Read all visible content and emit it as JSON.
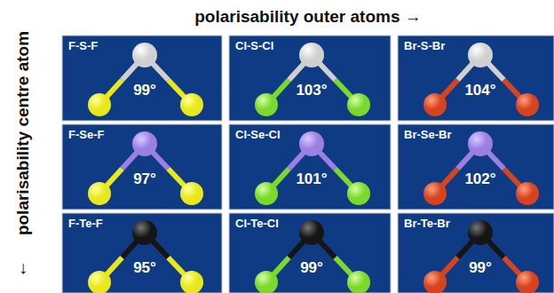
{
  "diagram": {
    "nodes": [
      {
        "text": [
          "F-S-F",
          "99°"
        ]
      },
      {
        "text": [
          "Cl-S-Cl",
          "103°"
        ]
      },
      {
        "text": [
          "Br-S-Br",
          "104°"
        ]
      },
      {
        "text": [
          "F-Se-F",
          "97°"
        ]
      },
      {
        "text": [
          "Cl-Se-Cl",
          "101°"
        ]
      },
      {
        "text": [
          "Br-Se-Br",
          "102°"
        ]
      },
      {
        "text": [
          "F-Te-F",
          "95°"
        ]
      },
      {
        "text": [
          "Cl-Te-Cl",
          "99°"
        ]
      },
      {
        "text": [
          "Br-Te-Br",
          "99°"
        ]
      }
    ],
    "labels": [
      "polarisability outer atoms →",
      "polarisability centre atom",
      "↓"
    ]
  }
}
